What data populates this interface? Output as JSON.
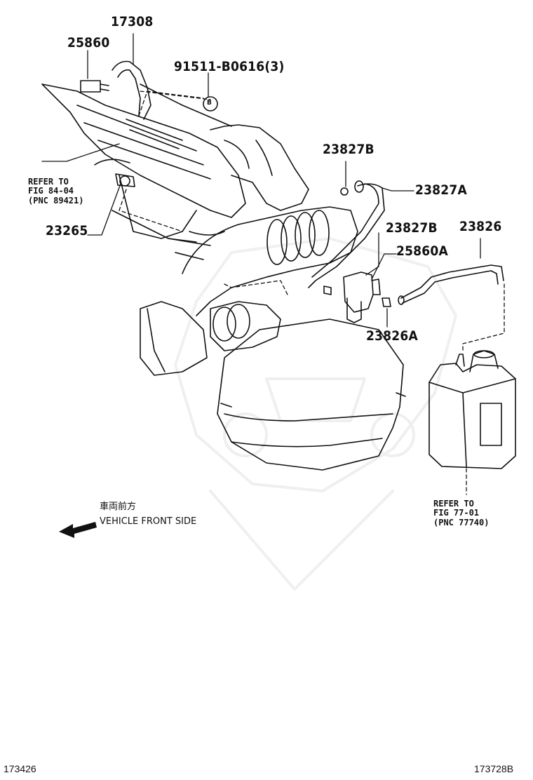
{
  "part_labels": {
    "p17308": "17308",
    "p25860": "25860",
    "p91511": "91511-B0616(3)",
    "p23827B_top": "23827B",
    "p23827A": "23827A",
    "p23827B_mid": "23827B",
    "p23826": "23826",
    "p25860A": "25860A",
    "p23826A": "23826A",
    "p23265": "23265"
  },
  "marker_b": "B",
  "refs": {
    "left": [
      "REFER TO",
      "FIG 84-04",
      "(PNC 89421)"
    ],
    "right": [
      "REFER TO",
      "FIG 77-01",
      "(PNC 77740)"
    ]
  },
  "direction": {
    "jp": "車両前方",
    "en": "VEHICLE FRONT SIDE"
  },
  "footer": {
    "left_id": "173426",
    "right_id": "173728B"
  }
}
